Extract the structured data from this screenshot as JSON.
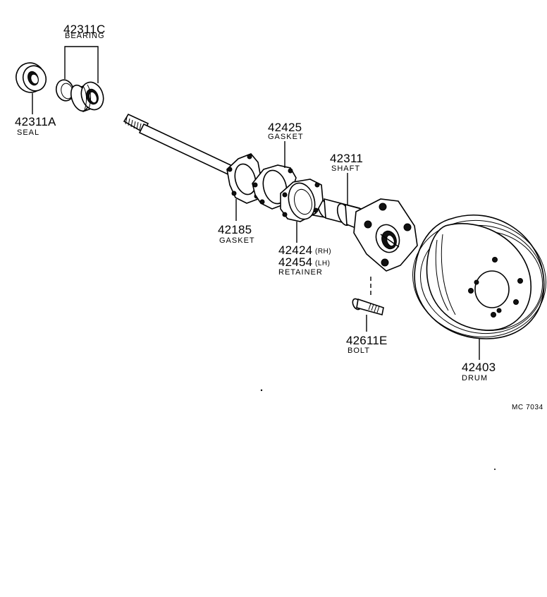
{
  "parts": {
    "bearing": {
      "number": "42311C",
      "name": "BEARING"
    },
    "seal": {
      "number": "42311A",
      "name": "SEAL"
    },
    "gasket_outer": {
      "number": "42425",
      "name": "GASKET"
    },
    "shaft": {
      "number": "42311",
      "name": "SHAFT"
    },
    "gasket_inner": {
      "number": "42185",
      "name": "GASKET"
    },
    "retainer": {
      "number_rh": "42424",
      "side_rh": "(RH)",
      "number_lh": "42454",
      "side_lh": "(LH)",
      "name": "RETAINER"
    },
    "bolt": {
      "number": "42611E",
      "name": "BOLT"
    },
    "drum": {
      "number": "42403",
      "name": "DRUM"
    }
  },
  "diagram_code": "MC 7034"
}
